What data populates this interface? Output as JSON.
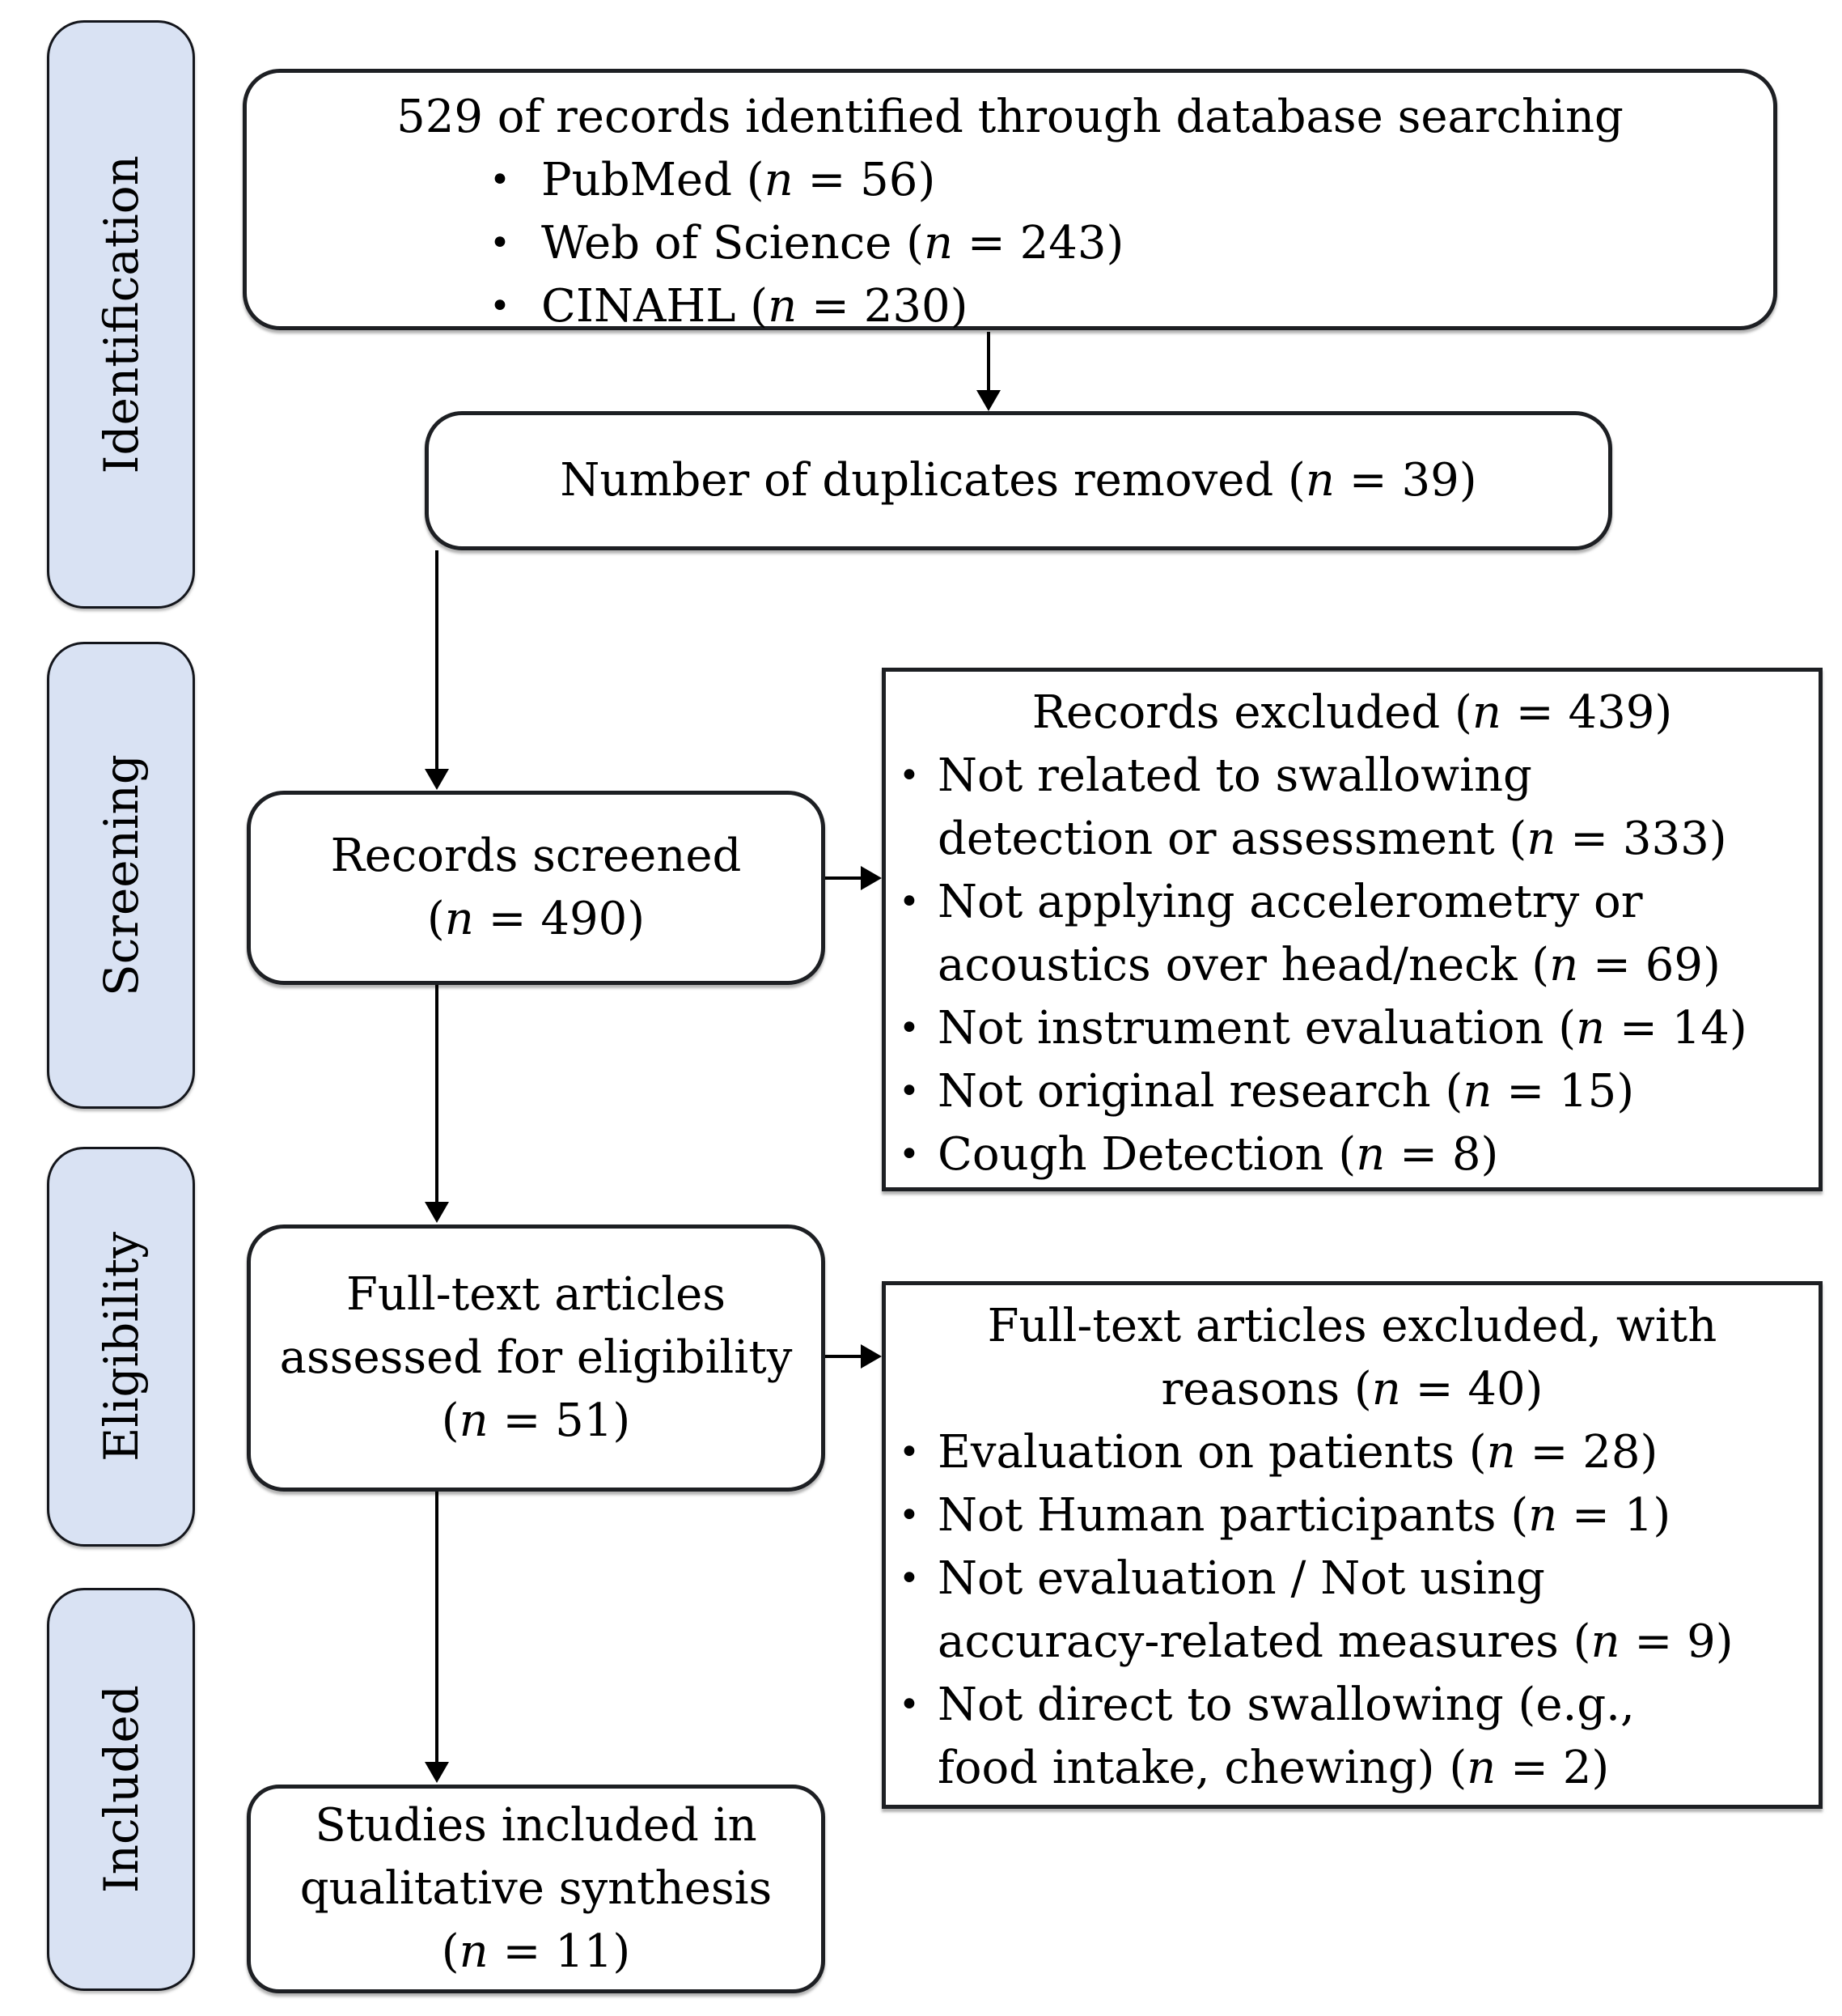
{
  "diagram": {
    "stages": [
      {
        "label": "Identification"
      },
      {
        "label": "Screening"
      },
      {
        "label": "Eligibility"
      },
      {
        "label": "Included"
      }
    ],
    "boxes": {
      "identified": {
        "title": "529 of records identified through database searching",
        "bullets": [
          "PubMed (n = 56)",
          "Web of Science (n = 243)",
          "CINAHL (n = 230)"
        ]
      },
      "duplicates": {
        "text": "Number of duplicates removed (n = 39)"
      },
      "screened": {
        "lines": [
          "Records screened",
          "(n = 490)"
        ]
      },
      "records_excluded": {
        "title": "Records excluded  (n = 439)",
        "bullets": [
          "Not related to swallowing\ndetection or assessment (n = 333)",
          "Not applying accelerometry or\nacoustics over head/neck (n = 69)",
          "Not instrument evaluation (n = 14)",
          "Not original research (n = 15)",
          "Cough Detection (n = 8)"
        ]
      },
      "fulltext": {
        "lines": [
          "Full-text articles",
          "assessed for eligibility",
          "(n = 51)"
        ]
      },
      "fulltext_excluded": {
        "title": "Full-text articles excluded, with\nreasons (n = 40)",
        "bullets": [
          "Evaluation on patients (n = 28)",
          "Not Human participants (n = 1)",
          "Not evaluation / Not using\naccuracy-related measures (n = 9)",
          "Not direct to swallowing (e.g.,\nfood intake, chewing) (n = 2)"
        ]
      },
      "included": {
        "lines": [
          "Studies included in",
          "qualitative synthesis",
          "(n = 11)"
        ]
      }
    },
    "colors": {
      "stage_fill": "#d9e2f3",
      "box_border": "#1d1f23",
      "box_fill": "#ffffff"
    }
  }
}
